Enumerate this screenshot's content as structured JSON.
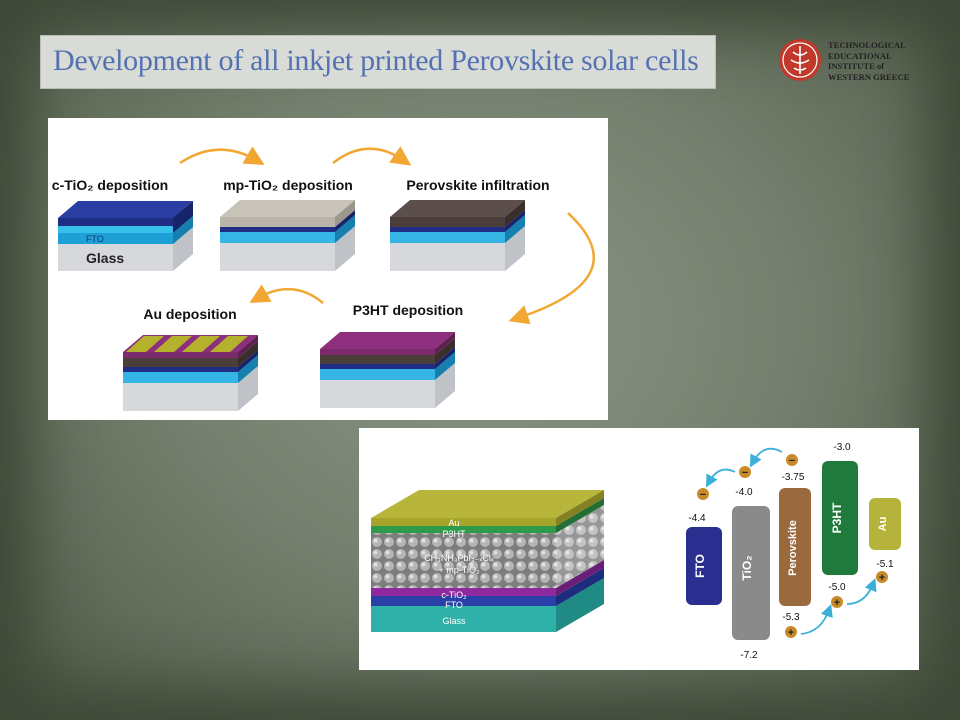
{
  "slide": {
    "title": "Development of all inkjet printed Perovskite  solar  cells"
  },
  "logo": {
    "line1": "TECHNOLOGICAL",
    "line2": "EDUCATIONAL",
    "line3": "INSTITUTE of",
    "line4": "WESTERN GREECE"
  },
  "process": {
    "step1": "c-TiO₂ deposition",
    "step2": "mp-TiO₂ deposition",
    "step3": "Perovskite infiltration",
    "step4": "P3HT deposition",
    "step5": "Au deposition",
    "fto_label": "FTO",
    "glass_label": "Glass"
  },
  "stack": {
    "au": "Au",
    "p3ht": "P3HT",
    "perovskite_line1": "CH₃NH₃PbI₃₋ₓClₓ",
    "perovskite_line2": "+ mp-TiO₂",
    "ctio2": "c-TiO₂",
    "fto": "FTO",
    "glass": "Glass"
  },
  "energy": {
    "fto": {
      "label": "FTO",
      "value": "-4.4"
    },
    "tio2": {
      "label": "TiO₂",
      "top": "-4.0",
      "bottom": "-7.2"
    },
    "perovskite": {
      "label": "Perovskite",
      "top": "-3.75",
      "bottom": "-5.3"
    },
    "p3ht": {
      "label": "P3HT",
      "top": "-3.0",
      "bottom": "-5.0"
    },
    "au": {
      "label": "Au",
      "value": "-5.1"
    },
    "electron_symbol": "−",
    "hole_symbol": "+"
  }
}
